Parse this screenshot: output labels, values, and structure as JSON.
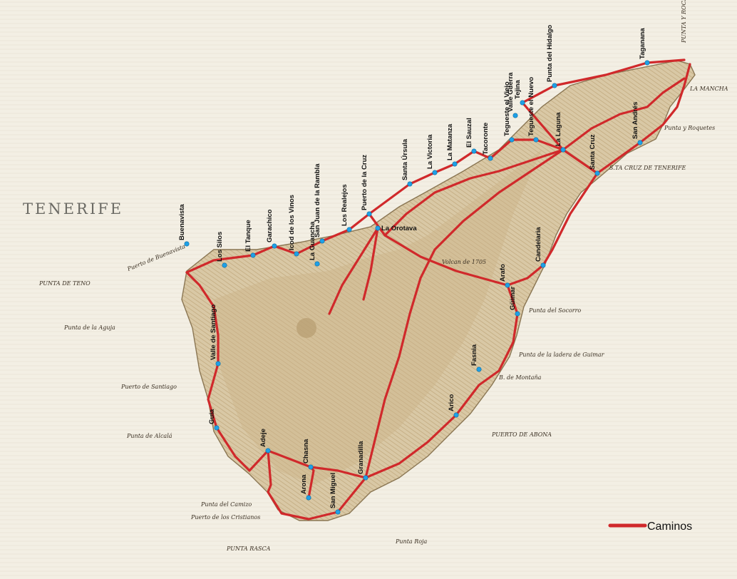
{
  "map": {
    "title": "TENERIFE",
    "legend": {
      "label": "Caminos",
      "color": "#d0292b"
    },
    "colors": {
      "paper": "#f3efe4",
      "land": "#d8c7a3",
      "road": "#d0292b",
      "town": "#1fa0e6"
    },
    "towns": [
      {
        "id": "buenavista",
        "label": "Buenavista"
      },
      {
        "id": "los-silos",
        "label": "Los Silos"
      },
      {
        "id": "el-tanque",
        "label": "El Tanque"
      },
      {
        "id": "garachico",
        "label": "Garachico"
      },
      {
        "id": "icod",
        "label": "Icod de los Vinos"
      },
      {
        "id": "san-juan-rambla",
        "label": "San Juan de la Rambla"
      },
      {
        "id": "la-guancha",
        "label": "La Guancha"
      },
      {
        "id": "los-realejos",
        "label": "Los Realejos"
      },
      {
        "id": "puerto-cruz",
        "label": "Puerto de la Cruz"
      },
      {
        "id": "orotava",
        "label": "La Orotava"
      },
      {
        "id": "santa-ursula",
        "label": "Santa Úrsula"
      },
      {
        "id": "la-victoria",
        "label": "La Victoria"
      },
      {
        "id": "la-matanza",
        "label": "La Matanza"
      },
      {
        "id": "el-sauzal",
        "label": "El Sauzal"
      },
      {
        "id": "tacoronte",
        "label": "Tacoronte"
      },
      {
        "id": "tegueste-viejo",
        "label": "Tegueste el Viejo"
      },
      {
        "id": "tegueste-nuevo",
        "label": "Tegueste el Nuevo"
      },
      {
        "id": "valle-guerra",
        "label": "Valle Guerra"
      },
      {
        "id": "tejina",
        "label": "Tejina"
      },
      {
        "id": "punta-hidalgo",
        "label": "Punta del Hidalgo"
      },
      {
        "id": "taganana",
        "label": "Taganana"
      },
      {
        "id": "la-laguna",
        "label": "La Laguna"
      },
      {
        "id": "santa-cruz",
        "label": "Santa Cruz"
      },
      {
        "id": "san-andres",
        "label": "San Andrés"
      },
      {
        "id": "candelaria",
        "label": "Candelaria"
      },
      {
        "id": "arafo",
        "label": "Arafo"
      },
      {
        "id": "guimar",
        "label": "Güimar"
      },
      {
        "id": "fasnia",
        "label": "Fasnia"
      },
      {
        "id": "arico",
        "label": "Arico"
      },
      {
        "id": "granadilla",
        "label": "Granadilla"
      },
      {
        "id": "san-miguel",
        "label": "San Miguel"
      },
      {
        "id": "arona",
        "label": "Arona"
      },
      {
        "id": "chasna",
        "label": "Chasna"
      },
      {
        "id": "adeje",
        "label": "Adeje"
      },
      {
        "id": "guia",
        "label": "Guía"
      },
      {
        "id": "valle-santiago",
        "label": "Valle de Santiago"
      }
    ],
    "coast_labels": [
      {
        "id": "punta-teno",
        "text": "PUNTA DE TENO"
      },
      {
        "id": "punta-aguja",
        "text": "Punta de la Aguja"
      },
      {
        "id": "punta-alcala",
        "text": "Punta de Alcalá"
      },
      {
        "id": "puerto-santiago",
        "text": "Puerto de Santiago"
      },
      {
        "id": "punta-camizo",
        "text": "Punta del Camizo"
      },
      {
        "id": "puerto-cristianos",
        "text": "Puerto de los Cristianos"
      },
      {
        "id": "punta-rasca",
        "text": "PUNTA RASCA"
      },
      {
        "id": "punta-roja",
        "text": "Punta Roja"
      },
      {
        "id": "puerto-abona",
        "text": "PUERTO DE ABONA"
      },
      {
        "id": "punta-socorro",
        "text": "Punta del Socorro"
      },
      {
        "id": "punta-ladera",
        "text": "Punta de la ladera de Guimar"
      },
      {
        "id": "la-mancha",
        "text": "LA MANCHA"
      },
      {
        "id": "punta-roquetes",
        "text": "Punta y Roquetes"
      },
      {
        "id": "punta-anaga",
        "text": "PUNTA Y ROCAS"
      },
      {
        "id": "s-cruz-tenerife",
        "text": "S.TA CRUZ DE TENERIFE"
      },
      {
        "id": "puerto-buenavista",
        "text": "Puerto de Buenavista"
      },
      {
        "id": "volcan-1705",
        "text": "Volcan de 1705"
      },
      {
        "id": "punta-fasnia",
        "text": "B. de Montaña"
      }
    ]
  }
}
